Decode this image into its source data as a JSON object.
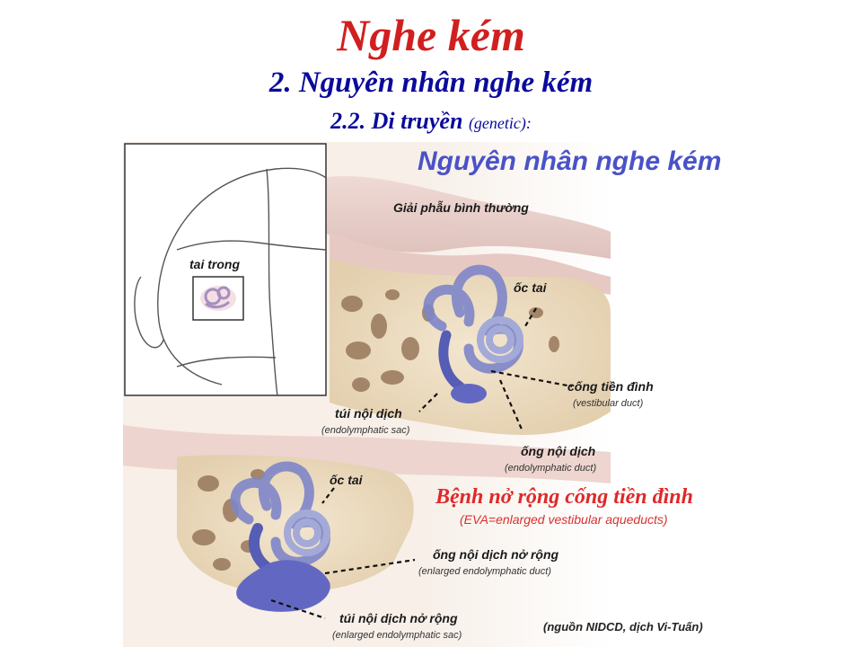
{
  "slide": {
    "title": "Nghe kém",
    "subtitle": "2. Nguyên nhân nghe kém",
    "section_main": "2.2. Di truyền",
    "section_note": "(genetic):"
  },
  "figure": {
    "title": "Nguyên nhân nghe kém",
    "normal_label": "Giải phẫu bình thường",
    "inner_ear_label": "tai trong",
    "normal": {
      "cochlea": "ốc tai",
      "vestibular_duct": "cống tiền đình",
      "vestibular_duct_en": "(vestibular duct)",
      "endolymphatic_sac": "túi nội dịch",
      "endolymphatic_sac_en": "(endolymphatic sac)",
      "endolymphatic_duct": "ống nội dịch",
      "endolymphatic_duct_en": "(endolymphatic duct)"
    },
    "eva": {
      "title": "Bệnh nở rộng cống tiền đình",
      "subtitle": "(EVA=enlarged vestibular aqueducts)",
      "cochlea": "ốc tai",
      "enlarged_duct": "ống nội dịch nở rộng",
      "enlarged_duct_en": "(enlarged endolymphatic duct)",
      "enlarged_sac": "túi nội dịch nở rộng",
      "enlarged_sac_en": "(enlarged endolymphatic sac)"
    },
    "source": "(nguồn NIDCD, dịch Vi-Tuấn)"
  }
}
